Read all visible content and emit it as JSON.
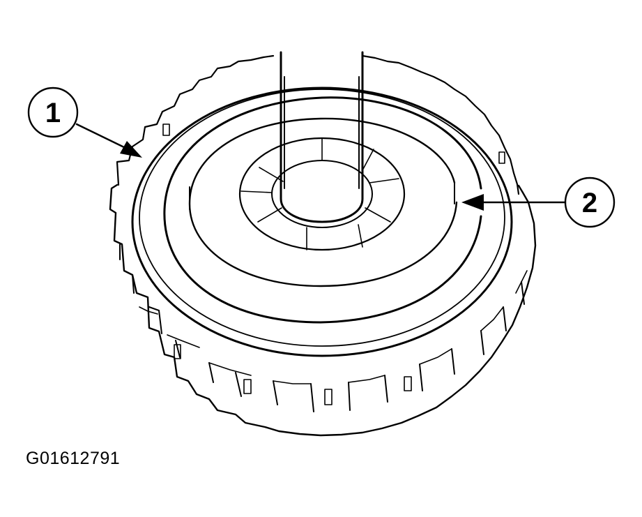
{
  "callouts": [
    {
      "label": "1"
    },
    {
      "label": "2"
    }
  ],
  "figure_code": "G01612791",
  "colors": {
    "line": "#000000",
    "background": "#ffffff"
  }
}
